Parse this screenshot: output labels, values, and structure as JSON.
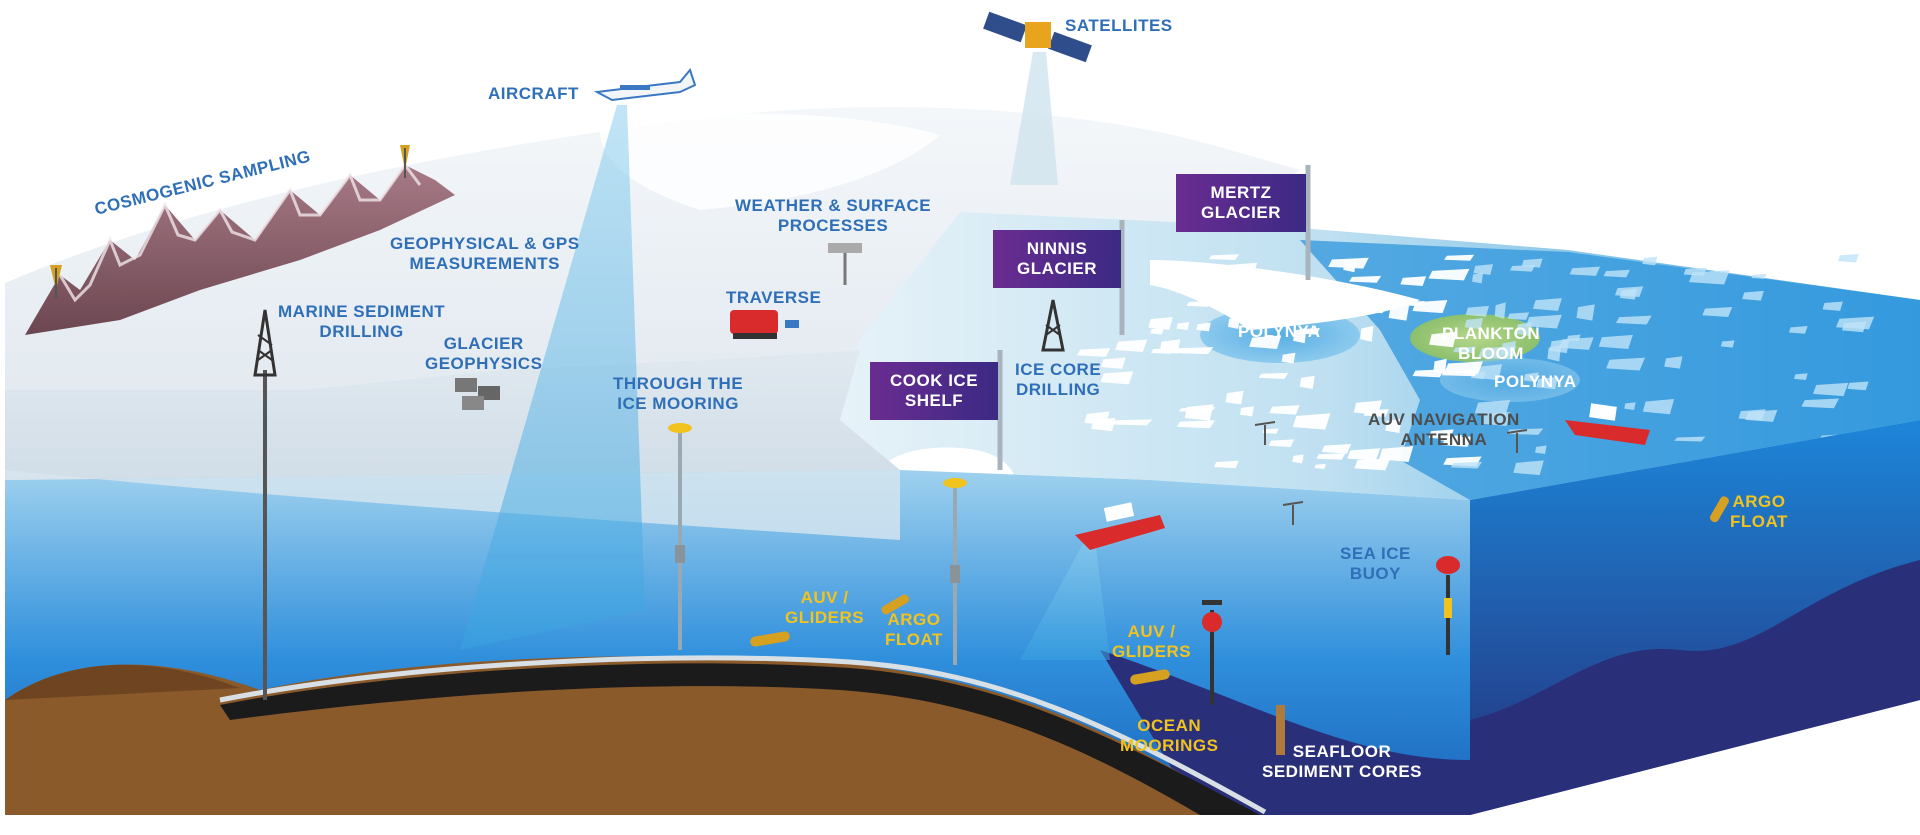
{
  "colors": {
    "label_blue": "#2f6fb8",
    "label_yellow": "#f2c31c",
    "label_gray": "#4d4d4d",
    "flag_purple": "#5a2d8c",
    "ocean_blue": "#1f7fd0",
    "deep_ocean": "#2a2f7a",
    "sediment": "#8a5a2b"
  },
  "labels": {
    "satellites": "SATELLITES",
    "aircraft": "AIRCRAFT",
    "cosmogenic": "COSMOGENIC SAMPLING",
    "geophysical_gps": "GEOPHYSICAL & GPS\nMEASUREMENTS",
    "marine_sediment": "MARINE SEDIMENT\nDRILLING",
    "glacier_geophysics": "GLACIER\nGEOPHYSICS",
    "weather": "WEATHER & SURFACE\nPROCESSES",
    "traverse": "TRAVERSE",
    "through_ice": "THROUGH THE\nICE MOORING",
    "ice_core": "ICE CORE\nDRILLING",
    "polynya_1": "POLYNYA",
    "polynya_2": "POLYNYA",
    "plankton": "PLANKTON\nBLOOM",
    "auv_antenna": "AUV NAVIGATION\nANTENNA",
    "argo_float_right": "ARGO\nFLOAT",
    "sea_ice_buoy": "SEA ICE\nBUOY",
    "auv_gliders_1": "AUV /\nGLIDERS",
    "argo_float_mid": "ARGO\nFLOAT",
    "auv_gliders_2": "AUV /\nGLIDERS",
    "ocean_moorings": "OCEAN\nMOORINGS",
    "seafloor_cores": "SEAFLOOR\nSEDIMENT CORES"
  },
  "flags": {
    "mertz": "MERTZ\nGLACIER",
    "ninnis": "NINNIS\nGLACIER",
    "cook": "COOK ICE\nSHELF"
  },
  "icons": [
    "satellite-icon",
    "aircraft-icon",
    "drill-rig-icon",
    "gps-tripod-icon",
    "weather-station-icon",
    "snow-vehicle-icon",
    "icebreaker-ship-icon",
    "mooring-buoy-icon",
    "glider-icon",
    "argo-float-icon",
    "antenna-icon",
    "sediment-corer-icon"
  ]
}
